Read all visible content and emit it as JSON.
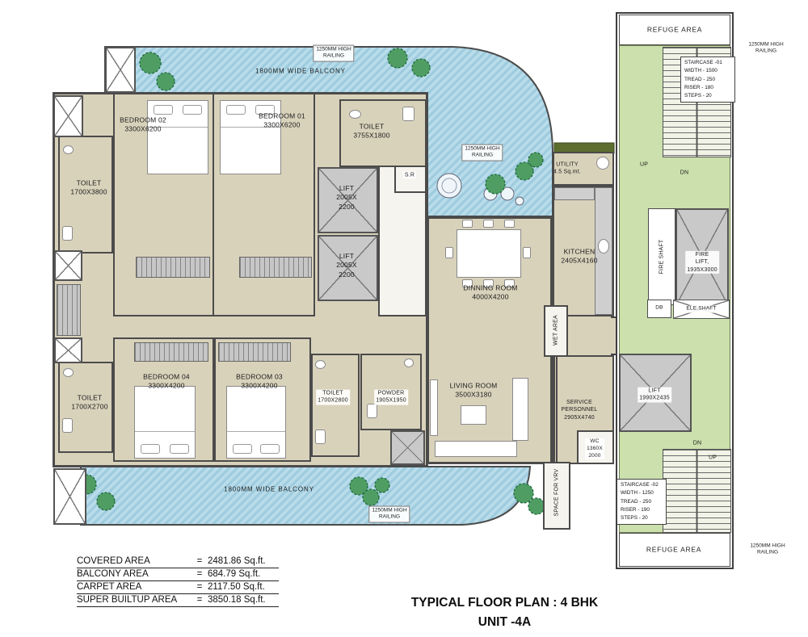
{
  "title": {
    "line1": "TYPICAL FLOOR PLAN : 4 BHK",
    "line2": "UNIT -4A"
  },
  "area_table": {
    "rows": [
      {
        "label": "COVERED AREA",
        "eq": "=",
        "value": "2481.86 Sq.ft."
      },
      {
        "label": "BALCONY AREA",
        "eq": "=",
        "value": "684.79 Sq.ft."
      },
      {
        "label": "CARPET AREA",
        "eq": "=",
        "value": "2117.50 Sq.ft."
      },
      {
        "label": "SUPER BUILTUP AREA",
        "eq": "=",
        "value": "3850.18 Sq.ft."
      }
    ]
  },
  "labels": {
    "bedroom01": "BEDROOM 01\n3300X6200",
    "bedroom02": "BEDROOM 02\n3300X6200",
    "bedroom03": "BEDROOM 03\n3300X4200",
    "bedroom04": "BEDROOM 04\n3300X4200",
    "toilet_top_left": "TOILET\n1700X3800",
    "toilet_top": "TOILET\n3755X1800",
    "toilet_bottom_left": "TOILET\n1700X2700",
    "toilet_bottom": "TOILET\n1700X2800",
    "powder": "POWDER\n1905X1950",
    "lift_upper": "LIFT\n2005X\n2200",
    "lift_lower": "LIFT\n2005X\n2200",
    "sr": "S.R",
    "utility": "UTILITY\n4.5 Sq.mt.",
    "kitchen": "KITCHEN\n2405X4160",
    "dining": "DINNING ROOM\n4000X4200",
    "wet_area": "WET AREA",
    "living": "LIVING ROOM\n3500X3180",
    "service": "SERVICE\nPERSONNEL\n2905X4740",
    "wc": "WC\n1360X\n2000",
    "vrv": "SPACE FOR VRV",
    "balcony_top": "1800MM WIDE BALCONY",
    "balcony_bottom": "1800MM WIDE BALCONY",
    "railing": "1250MM HIGH\nRAILING"
  },
  "tower": {
    "refuge_top": "REFUGE AREA",
    "refuge_bottom": "REFUGE AREA",
    "staircase1": "STAIRCASE -01\nWIDTH - 1500\nTREAD - 250\nRISER - 180\nSTEPS - 20",
    "staircase2": "STAIRCASE -02\nWIDTH - 1250\nTREAD - 250\nRISER - 190\nSTEPS - 20",
    "up": "UP",
    "dn": "DN",
    "fire_shaft": "FIRE SHAFT",
    "fire_lift": "FIRE\nLIFT,\n1935X3000",
    "db": "DB",
    "ele_shaft": "ELE.SHAFT",
    "lift": "LIFT\n1990X2435"
  },
  "colors": {
    "balcony_blue": "#b9dcea",
    "balcony_stripe": "#9dcbde",
    "floor_beige": "#d9d2bb",
    "refuge_green": "#cbe0ac",
    "planter_olive": "#5c6e2e",
    "wall": "#3f3f3f",
    "tree_green": "#4f9d62"
  }
}
